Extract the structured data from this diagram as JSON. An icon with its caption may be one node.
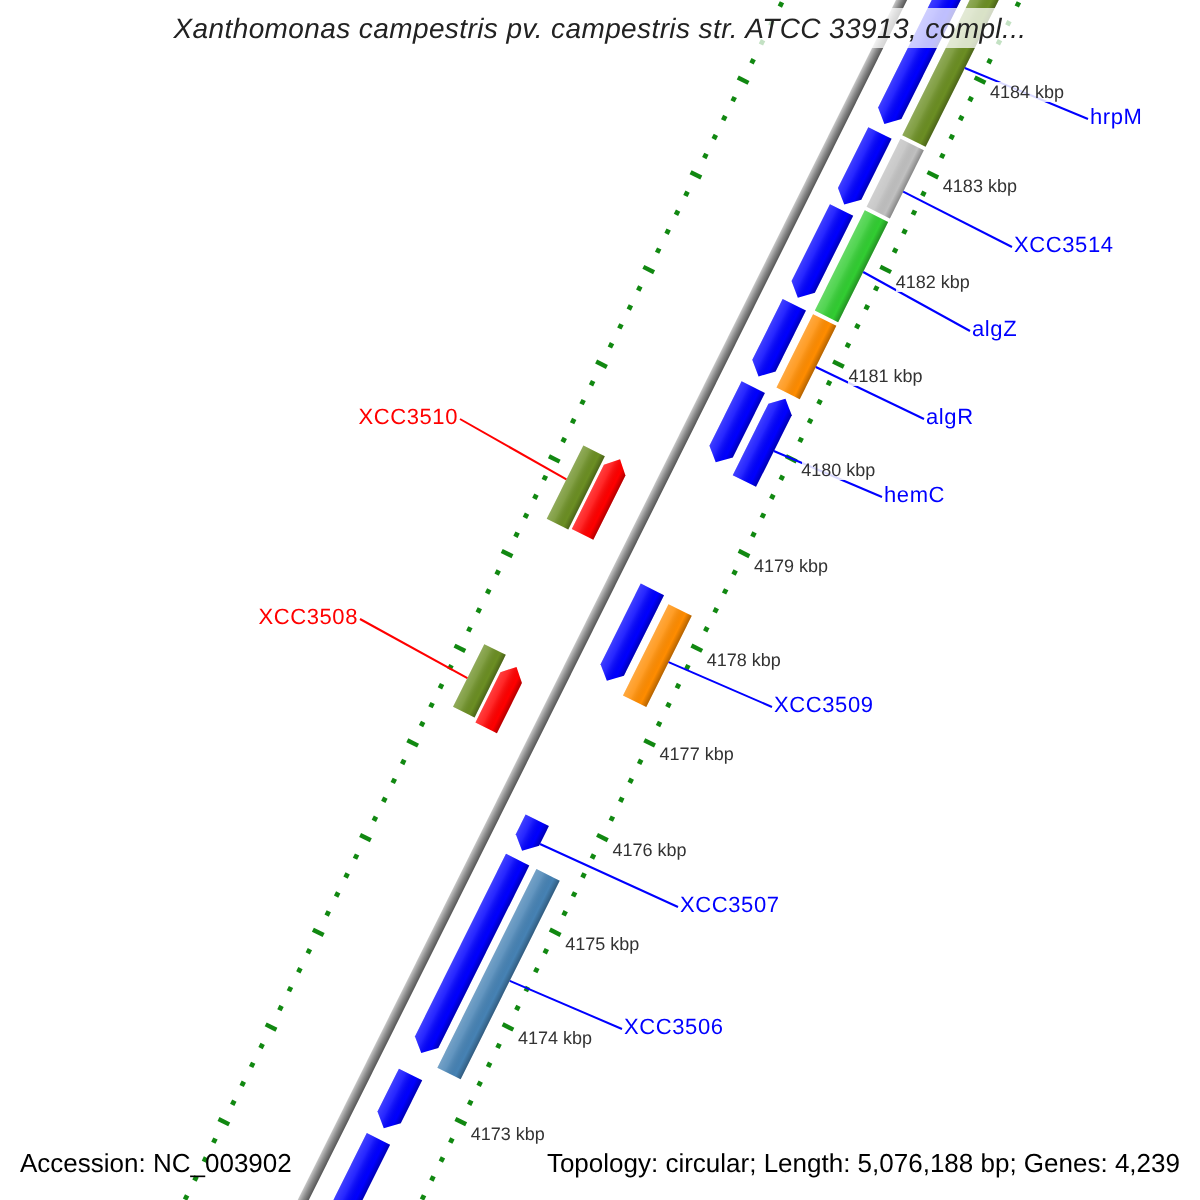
{
  "diagram": {
    "title": "Xanthomonas campestris pv. campestris str. ATCC 33913, compl...",
    "nodes": [
      {
        "text": [
          "hrpM"
        ]
      },
      {
        "text": [
          "XCC3514"
        ]
      },
      {
        "text": [
          "algZ"
        ]
      },
      {
        "text": [
          "algR"
        ]
      },
      {
        "text": [
          "hemC"
        ]
      },
      {
        "text": [
          "XCC3510"
        ]
      },
      {
        "text": [
          "XCC3508"
        ]
      },
      {
        "text": [
          "XCC3509"
        ]
      },
      {
        "text": [
          "XCC3507"
        ]
      },
      {
        "text": [
          "XCC3506"
        ]
      },
      {
        "text": [],
        "shape": "bar"
      },
      {
        "text": [],
        "shape": "bar"
      },
      {
        "text": [],
        "shape": "bar"
      },
      {
        "text": [],
        "shape": "bar"
      },
      {
        "text": [],
        "shape": "bar"
      },
      {
        "text": [],
        "shape": "bar"
      },
      {
        "text": [],
        "shape": "bar"
      },
      {
        "text": [],
        "shape": "bar"
      },
      {
        "text": [],
        "shape": "bar"
      },
      {
        "text": [],
        "shape": "bar"
      },
      {
        "text": [],
        "shape": "bar"
      },
      {
        "text": [],
        "shape": "bar"
      },
      {
        "text": [],
        "shape": "bar"
      },
      {
        "text": [],
        "shape": "bar"
      },
      {
        "text": [],
        "shape": "bar"
      },
      {
        "text": [],
        "shape": "bar"
      },
      {
        "text": [],
        "shape": "bar"
      },
      {
        "text": [],
        "shape": "bar"
      },
      {
        "text": [],
        "shape": "bar"
      },
      {
        "text": [],
        "shape": "bar"
      },
      {
        "text": [],
        "shape": "bar"
      }
    ],
    "edges": [
      {
        "from": 0,
        "to": 10,
        "arrow": "none"
      },
      {
        "from": 1,
        "to": 12,
        "arrow": "none"
      },
      {
        "from": 2,
        "to": 14,
        "arrow": "none"
      },
      {
        "from": 3,
        "to": 16,
        "arrow": "none"
      },
      {
        "from": 4,
        "to": 19,
        "arrow": "none"
      },
      {
        "from": 5,
        "to": 20,
        "arrow": "none",
        "color": "#ff0000"
      },
      {
        "from": 6,
        "to": 24,
        "arrow": "none",
        "color": "#ff0000"
      },
      {
        "from": 7,
        "to": 23,
        "arrow": "none"
      },
      {
        "from": 8,
        "to": 26,
        "arrow": "none"
      },
      {
        "from": 9,
        "to": 28,
        "arrow": "none"
      }
    ],
    "labels": [
      "4184 kbp",
      "4183 kbp",
      "4182 kbp",
      "4181 kbp",
      "4180 kbp",
      "4179 kbp",
      "4178 kbp",
      "4177 kbp",
      "4176 kbp",
      "4175 kbp",
      "4174 kbp",
      "4173 kbp",
      "Accession: NC_003902",
      "Topology: circular; Length: 5,076,188 bp; Genes: 4,239"
    ]
  }
}
